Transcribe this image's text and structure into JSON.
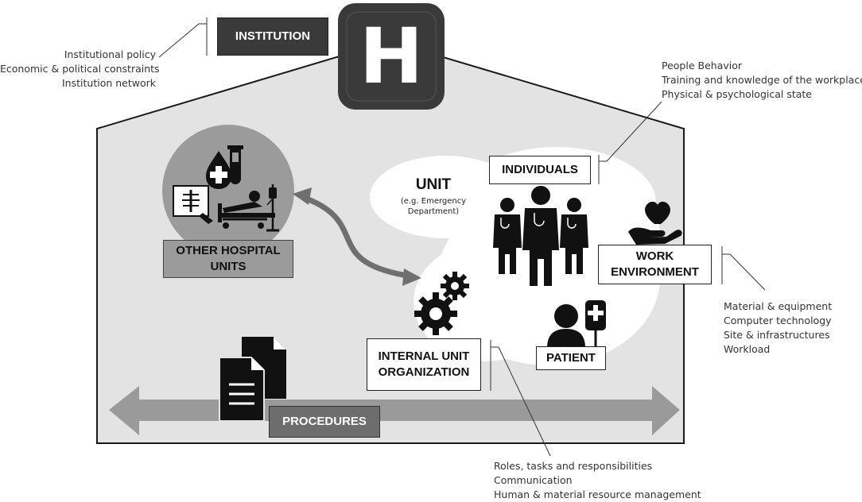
{
  "institution": {
    "label": "INSTITUTION",
    "hospital_letter": "H",
    "notes": [
      "Institutional policy",
      "Economic & political constraints",
      "Institution network"
    ]
  },
  "individuals": {
    "label": "INDIVIDUALS",
    "notes": [
      "People Behavior",
      "Training and knowledge of the workplace",
      "Physical & psychological state"
    ]
  },
  "unit": {
    "title": "UNIT",
    "subtitle_lines": [
      "(e.g. Emergency",
      "Department)"
    ]
  },
  "other_units": {
    "label_lines": [
      "OTHER HOSPITAL",
      "UNITS"
    ]
  },
  "work_environment": {
    "label_lines": [
      "WORK",
      "ENVIRONMENT"
    ],
    "notes": [
      "Material & equipment",
      "Computer technology",
      "Site & infrastructures",
      "Workload"
    ]
  },
  "internal_org": {
    "label_lines": [
      "INTERNAL UNIT",
      "ORGANIZATION"
    ],
    "notes": [
      "Roles, tasks and responsibilities",
      "Communication",
      "Human & material resource management"
    ]
  },
  "patient": {
    "label": "PATIENT"
  },
  "procedures": {
    "label": "PROCEDURES"
  },
  "colors": {
    "house_fill": "#e3e3e3",
    "house_stroke": "#1a1a1a",
    "dark_box": "#3a3a3a",
    "icon_black": "#111111",
    "arrow_grey": "#9a9a9a",
    "double_arrow": "#6f6f6f",
    "other_units_circle": "#9b9b9b"
  },
  "icons": [
    "hospital-icon",
    "blood-drop-icon",
    "test-tube-icon",
    "xray-icon",
    "hospital-bed-icon",
    "iv-drip-icon",
    "doctor-icon",
    "heart-hand-icon",
    "patient-icon",
    "gears-icon",
    "documents-icon"
  ]
}
